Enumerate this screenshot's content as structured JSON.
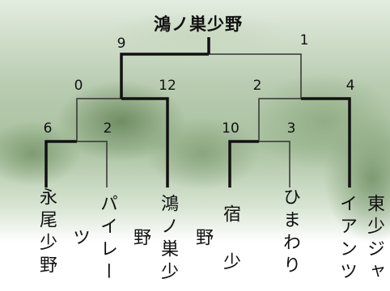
{
  "title": "鴻ノ巣少野",
  "teams": [
    {
      "id": "nagao",
      "name": "永尾少野"
    },
    {
      "id": "pirates",
      "name": "パイレーツ"
    },
    {
      "id": "konosu",
      "name": "鴻ノ巣少野"
    },
    {
      "id": "shuku",
      "name": "宿 少 野"
    },
    {
      "id": "himawari",
      "name": "ひまわり"
    },
    {
      "id": "higashi",
      "name": "東少ジャイアンツ"
    }
  ],
  "scores": {
    "r1_left": "6",
    "r1_right": "2",
    "r1b_left": "10",
    "r1b_right": "3",
    "sf_left_a": "0",
    "sf_left_b": "12",
    "sf_right_a": "2",
    "sf_right_b": "4",
    "final_left": "9",
    "final_right": "1"
  },
  "colors": {
    "winner_line": "#111111",
    "loser_line": "#333333",
    "photo_tint": "#a9c19f"
  }
}
